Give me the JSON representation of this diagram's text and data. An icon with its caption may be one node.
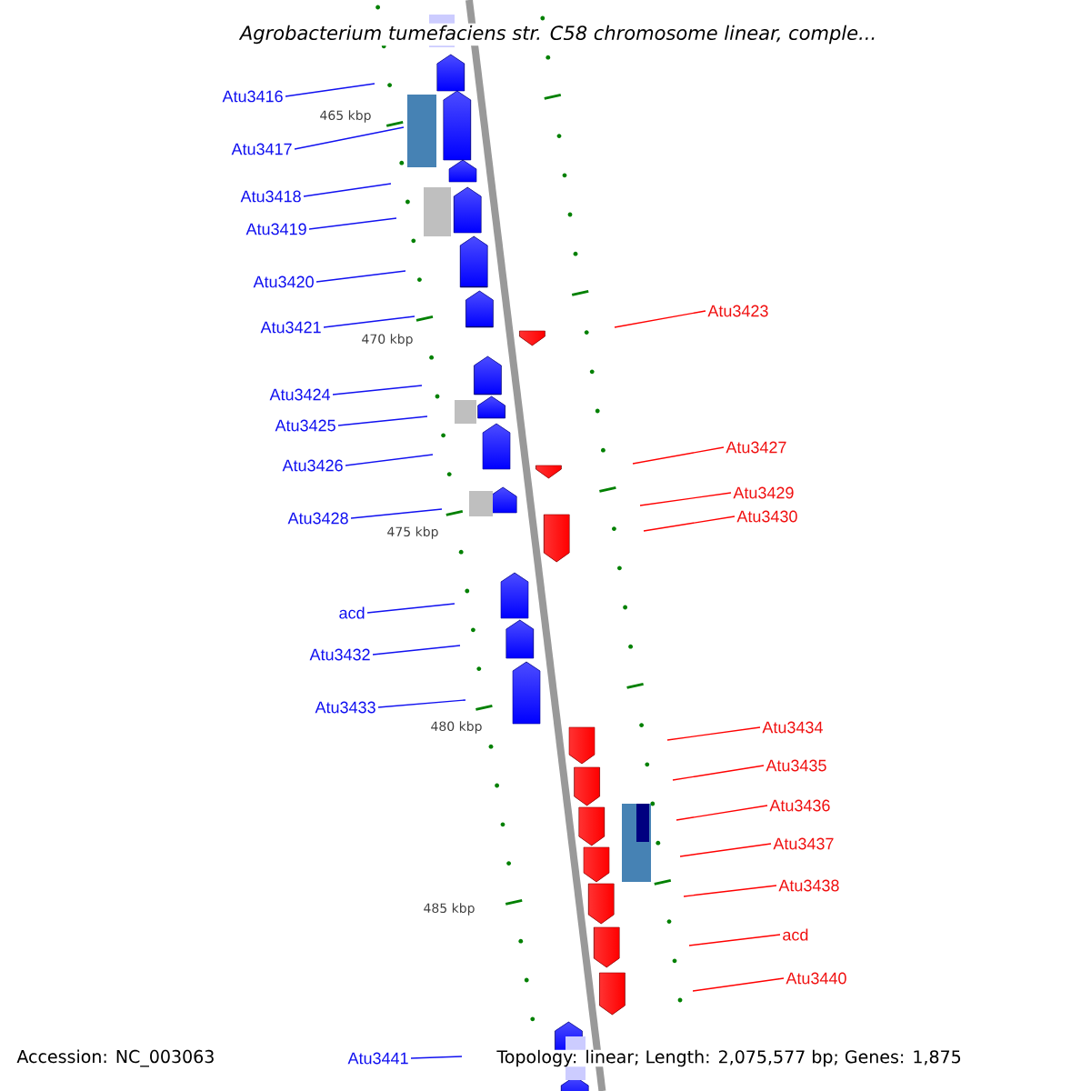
{
  "diagram": {
    "title": "Agrobacterium tumefaciens str. C58 chromosome linear, comple...",
    "nodes": [
      {
        "text": [
          "Atu3416"
        ]
      },
      {
        "text": [
          "Atu3417"
        ]
      },
      {
        "text": [
          "Atu3418"
        ]
      },
      {
        "text": [
          "Atu3419"
        ]
      },
      {
        "text": [
          "Atu3420"
        ]
      },
      {
        "text": [
          "Atu3421"
        ]
      },
      {
        "text": [
          "Atu3423"
        ]
      },
      {
        "text": [
          "Atu3424"
        ]
      },
      {
        "text": [
          "Atu3425"
        ]
      },
      {
        "text": [
          "Atu3427"
        ]
      },
      {
        "text": [
          "Atu3426"
        ]
      },
      {
        "text": [
          "Atu3429"
        ]
      },
      {
        "text": [
          "Atu3430"
        ]
      },
      {
        "text": [
          "Atu3428"
        ]
      },
      {
        "text": [
          "acd"
        ]
      },
      {
        "text": [
          "Atu3432"
        ]
      },
      {
        "text": [
          "Atu3433"
        ]
      },
      {
        "text": [
          "Atu3434"
        ]
      },
      {
        "text": [
          "Atu3435"
        ]
      },
      {
        "text": [
          "Atu3436"
        ]
      },
      {
        "text": [
          "Atu3437"
        ]
      },
      {
        "text": [
          "Atu3438"
        ]
      },
      {
        "text": [
          "acd"
        ]
      },
      {
        "text": [
          "Atu3440"
        ]
      },
      {
        "text": [
          "Atu3441"
        ]
      }
    ],
    "edges": [
      {
        "from": 0,
        "to": null,
        "arrow": "none"
      },
      {
        "from": 1,
        "to": null,
        "arrow": "none"
      },
      {
        "from": 2,
        "to": null,
        "arrow": "none"
      },
      {
        "from": 3,
        "to": null,
        "arrow": "none"
      },
      {
        "from": 4,
        "to": null,
        "arrow": "none"
      },
      {
        "from": 5,
        "to": null,
        "arrow": "none"
      },
      {
        "from": 6,
        "to": null,
        "arrow": "none",
        "color": "#ff0000"
      },
      {
        "from": 7,
        "to": null,
        "arrow": "none"
      },
      {
        "from": 8,
        "to": null,
        "arrow": "none"
      },
      {
        "from": 9,
        "to": null,
        "arrow": "none",
        "color": "#ff0000"
      },
      {
        "from": 10,
        "to": null,
        "arrow": "none"
      },
      {
        "from": 11,
        "to": null,
        "arrow": "none",
        "color": "#ff0000"
      },
      {
        "from": 12,
        "to": null,
        "arrow": "none",
        "color": "#ff0000"
      },
      {
        "from": 13,
        "to": null,
        "arrow": "none"
      },
      {
        "from": 14,
        "to": null,
        "arrow": "none"
      },
      {
        "from": 15,
        "to": null,
        "arrow": "none"
      },
      {
        "from": 16,
        "to": null,
        "arrow": "none"
      },
      {
        "from": 17,
        "to": null,
        "arrow": "none",
        "color": "#ff0000"
      },
      {
        "from": 18,
        "to": null,
        "arrow": "none",
        "color": "#ff0000"
      },
      {
        "from": 19,
        "to": null,
        "arrow": "none",
        "color": "#ff0000"
      },
      {
        "from": 20,
        "to": null,
        "arrow": "none",
        "color": "#ff0000"
      },
      {
        "from": 21,
        "to": null,
        "arrow": "none",
        "color": "#ff0000"
      },
      {
        "from": 22,
        "to": null,
        "arrow": "none",
        "color": "#ff0000"
      },
      {
        "from": 23,
        "to": null,
        "arrow": "none",
        "color": "#ff0000"
      },
      {
        "from": 24,
        "to": null,
        "arrow": "none"
      }
    ],
    "labels": [
      "465 kbp",
      "470 kbp",
      "475 kbp",
      "480 kbp",
      "485 kbp",
      "Accession: NC_003063",
      "Topology: linear; Length: 2,075,577 bp; Genes: 1,875"
    ]
  }
}
